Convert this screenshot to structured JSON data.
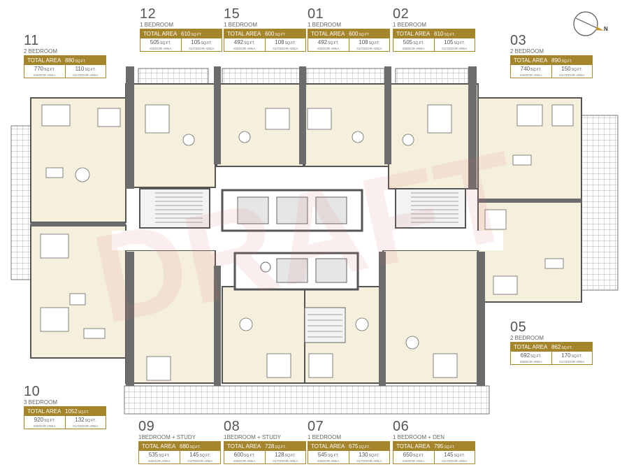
{
  "units": [
    {
      "id": "u12",
      "number": "12",
      "type": "1 BEDROOM",
      "total_label": "TOTAL AREA",
      "total": "610",
      "indoor": "505",
      "outdoor": "105",
      "unit": "SQ.FT.",
      "indoor_label": "INDOOR AREA",
      "outdoor_label": "OUTDOOR AREA"
    },
    {
      "id": "u15",
      "number": "15",
      "type": "1 BEDROOM",
      "total_label": "TOTAL AREA",
      "total": "600",
      "indoor": "492",
      "outdoor": "108",
      "unit": "SQ.FT.",
      "indoor_label": "INDOOR AREA",
      "outdoor_label": "OUTDOOR AREA"
    },
    {
      "id": "u01",
      "number": "01",
      "type": "1 BEDROOM",
      "total_label": "TOTAL AREA",
      "total": "600",
      "indoor": "492",
      "outdoor": "108",
      "unit": "SQ.FT.",
      "indoor_label": "INDOOR AREA",
      "outdoor_label": "OUTDOOR AREA"
    },
    {
      "id": "u02",
      "number": "02",
      "type": "1 BEDROOM",
      "total_label": "TOTAL AREA",
      "total": "610",
      "indoor": "505",
      "outdoor": "105",
      "unit": "SQ.FT.",
      "indoor_label": "INDOOR AREA",
      "outdoor_label": "OUTDOOR AREA"
    },
    {
      "id": "u11",
      "number": "11",
      "type": "2 BEDROOM",
      "total_label": "TOTAL AREA",
      "total": "880",
      "indoor": "770",
      "outdoor": "110",
      "unit": "SQ.FT.",
      "indoor_label": "INDOOR AREA",
      "outdoor_label": "OUTDOOR AREA"
    },
    {
      "id": "u03",
      "number": "03",
      "type": "2 BEDROOM",
      "total_label": "TOTAL AREA",
      "total": "890",
      "indoor": "740",
      "outdoor": "150",
      "unit": "SQ.FT.",
      "indoor_label": "INDOOR AREA",
      "outdoor_label": "OUTDOOR AREA"
    },
    {
      "id": "u05",
      "number": "05",
      "type": "2 BEDROOM",
      "total_label": "TOTAL AREA",
      "total": "862",
      "indoor": "692",
      "outdoor": "170",
      "unit": "SQ.FT.",
      "indoor_label": "INDOOR AREA",
      "outdoor_label": "OUTDOOR AREA"
    },
    {
      "id": "u10",
      "number": "10",
      "type": "3 BEDROOM",
      "total_label": "TOTAL AREA",
      "total": "1052",
      "indoor": "920",
      "outdoor": "132",
      "unit": "SQ.FT.",
      "indoor_label": "INDOOR AREA",
      "outdoor_label": "OUTDOOR AREA"
    },
    {
      "id": "u09",
      "number": "09",
      "type": "1BEDROOM + STUDY",
      "total_label": "TOTAL AREA",
      "total": "680",
      "indoor": "535",
      "outdoor": "145",
      "unit": "SQ.FT.",
      "indoor_label": "INDOOR AREA",
      "outdoor_label": "OUTDOOR AREA"
    },
    {
      "id": "u08",
      "number": "08",
      "type": "1BEDROOM + STUDY",
      "total_label": "TOTAL AREA",
      "total": "728",
      "indoor": "600",
      "outdoor": "128",
      "unit": "SQ.FT.",
      "indoor_label": "INDOOR AREA",
      "outdoor_label": "OUTDOOR AREA"
    },
    {
      "id": "u07",
      "number": "07",
      "type": "1 BEDROOM",
      "total_label": "TOTAL AREA",
      "total": "675",
      "indoor": "545",
      "outdoor": "130",
      "unit": "SQ.FT.",
      "indoor_label": "INDOOR AREA",
      "outdoor_label": "OUTDOOR AREA"
    },
    {
      "id": "u06",
      "number": "06",
      "type": "1 BEDROOM + DEN",
      "total_label": "TOTAL AREA",
      "total": "795",
      "indoor": "650",
      "outdoor": "145",
      "unit": "SQ.FT.",
      "indoor_label": "INDOOR AREA",
      "outdoor_label": "OUTDOOR AREA"
    }
  ],
  "compass": {
    "label": "N"
  },
  "watermark": {
    "text": "DRAFT"
  },
  "colors": {
    "gold": "#a4852b",
    "wall": "#555555",
    "floor": "#f5efdd",
    "balcony": "#9a9a9a"
  }
}
